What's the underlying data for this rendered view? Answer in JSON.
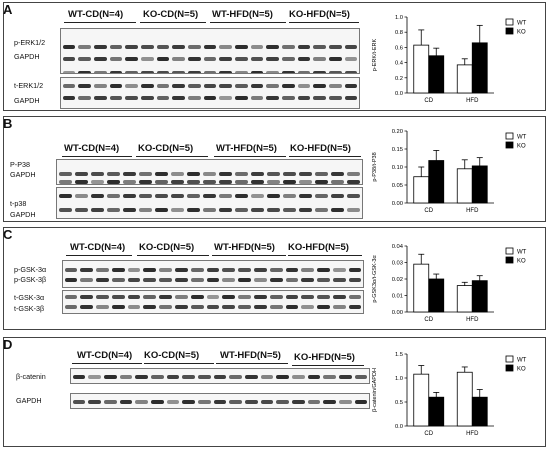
{
  "panels": [
    {
      "label": "A",
      "groups": [
        "WT-CD(N=4)",
        "KO-CD(N=5)",
        "WT-HFD(N=5)",
        "KO-HFD(N=5)"
      ],
      "blots": [
        {
          "labels": [
            "p-ERK1/2",
            "GAPDH"
          ]
        },
        {
          "labels": [
            "t-ERK1/2",
            "GAPDH"
          ]
        }
      ],
      "chart_data": {
        "type": "bar",
        "categories": [
          "CD",
          "HFD"
        ],
        "ylabel": "p-ERK/t-ERK",
        "ylim": [
          0,
          1.0
        ],
        "yticks": [
          0.0,
          0.2,
          0.4,
          0.6,
          0.8,
          1.0
        ],
        "series": [
          {
            "name": "WT",
            "values": [
              0.63,
              0.37
            ],
            "errors": [
              0.2,
              0.08
            ],
            "color": "#ffffff"
          },
          {
            "name": "KO",
            "values": [
              0.49,
              0.66
            ],
            "errors": [
              0.1,
              0.23
            ],
            "color": "#000000"
          }
        ],
        "legend": "top-right"
      }
    },
    {
      "label": "B",
      "groups": [
        "WT-CD(N=4)",
        "KO-CD(N=5)",
        "WT-HFD(N=5)",
        "KO-HFD(N=5)"
      ],
      "blots": [
        {
          "labels": [
            "P-P38",
            "GAPDH"
          ]
        },
        {
          "labels": [
            "t-p38",
            "GAPDH"
          ]
        }
      ],
      "chart_data": {
        "type": "bar",
        "categories": [
          "CD",
          "HFD"
        ],
        "ylabel": "p-P38/t-P38",
        "ylim": [
          0,
          0.2
        ],
        "yticks": [
          0.0,
          0.05,
          0.1,
          0.15,
          0.2
        ],
        "series": [
          {
            "name": "WT",
            "values": [
              0.073,
              0.095
            ],
            "errors": [
              0.027,
              0.025
            ],
            "color": "#ffffff"
          },
          {
            "name": "KO",
            "values": [
              0.118,
              0.103
            ],
            "errors": [
              0.028,
              0.023
            ],
            "color": "#000000"
          }
        ],
        "legend": "top-right"
      }
    },
    {
      "label": "C",
      "groups": [
        "WT-CD(N=4)",
        "KO-CD(N=5)",
        "WT-HFD(N=5)",
        "KO-HFD(N=5)"
      ],
      "blots": [
        {
          "labels": [
            "p-GSK-3α",
            "p-GSK-3β"
          ]
        },
        {
          "labels": [
            "t-GSK-3α",
            "t-GSK-3β"
          ]
        }
      ],
      "chart_data": {
        "type": "bar",
        "categories": [
          "CD",
          "HFD"
        ],
        "ylabel": "p-GSK3α/t-GSK-3α",
        "ylim": [
          0,
          0.04
        ],
        "yticks": [
          0.0,
          0.01,
          0.02,
          0.03,
          0.04
        ],
        "series": [
          {
            "name": "WT",
            "values": [
              0.029,
              0.016
            ],
            "errors": [
              0.006,
              0.002
            ],
            "color": "#ffffff"
          },
          {
            "name": "KO",
            "values": [
              0.02,
              0.019
            ],
            "errors": [
              0.003,
              0.003
            ],
            "color": "#000000"
          }
        ],
        "legend": "top-right"
      }
    },
    {
      "label": "D",
      "groups": [
        "WT-CD(N=4)",
        "KO-CD(N=5)",
        "WT-HFD(N=5)",
        "KO-HFD(N=5)"
      ],
      "blots": [
        {
          "labels": [
            "β-catenin"
          ]
        },
        {
          "labels": [
            "GAPDH"
          ]
        }
      ],
      "chart_data": {
        "type": "bar",
        "categories": [
          "CD",
          "HFD"
        ],
        "ylabel": "β-catenin/GAPDH",
        "ylim": [
          0,
          1.5
        ],
        "yticks": [
          0.0,
          0.5,
          1.0,
          1.5
        ],
        "series": [
          {
            "name": "WT",
            "values": [
              1.08,
              1.12
            ],
            "errors": [
              0.18,
              0.11
            ],
            "color": "#ffffff"
          },
          {
            "name": "KO",
            "values": [
              0.6,
              0.6
            ],
            "errors": [
              0.1,
              0.16
            ],
            "color": "#000000"
          }
        ],
        "legend": "top-right"
      }
    }
  ]
}
